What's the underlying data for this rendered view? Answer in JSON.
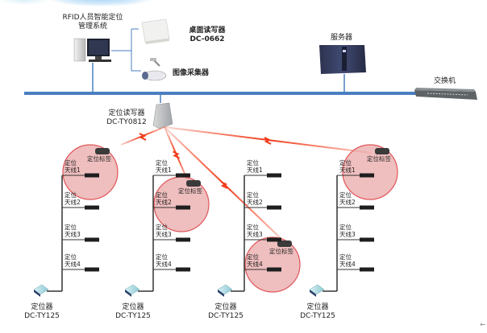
{
  "title": "RFID personnel positioning system topology",
  "top_devices": {
    "mgmt_system": {
      "line1": "RFID人员智能定位",
      "line2": "管理系统",
      "icon": "desktop-computer-icon"
    },
    "desk_reader": {
      "line1": "桌面读写器",
      "line2": "DC-0662",
      "icon": "desk-reader-icon"
    },
    "camera": {
      "label": "图像采集器",
      "icon": "camera-icon"
    },
    "server": {
      "label": "服务器",
      "icon": "server-icon"
    },
    "switch": {
      "label": "交换机",
      "icon": "network-switch-icon"
    }
  },
  "reader": {
    "line1": "定位读写器",
    "line2": "DC-TY0812",
    "icon": "wireless-reader-icon"
  },
  "antenna_prefix": "定位",
  "antennas": [
    "天线1",
    "天线2",
    "天线3",
    "天线4"
  ],
  "tag_label": "定位标签",
  "locators": [
    {
      "line1": "定位器",
      "line2": "DC-TY125"
    },
    {
      "line1": "定位器",
      "line2": "DC-TY125"
    },
    {
      "line1": "定位器",
      "line2": "DC-TY125"
    },
    {
      "line1": "定位器",
      "line2": "DC-TY125"
    }
  ],
  "tags": [
    {
      "column": 1,
      "antenna": 1
    },
    {
      "column": 2,
      "antenna": 2
    },
    {
      "column": 3,
      "antenna": 4
    },
    {
      "column": 4,
      "antenna": 1
    }
  ],
  "colors": {
    "backbone": "#4a7fc1",
    "signal": "#f03a17",
    "tag_zone_fill": "#e9a8a8",
    "tag_zone_stroke": "#e0555a",
    "wire": "#333333",
    "antenna_bar": "#1e1e1e"
  },
  "corner_glyph": "←"
}
